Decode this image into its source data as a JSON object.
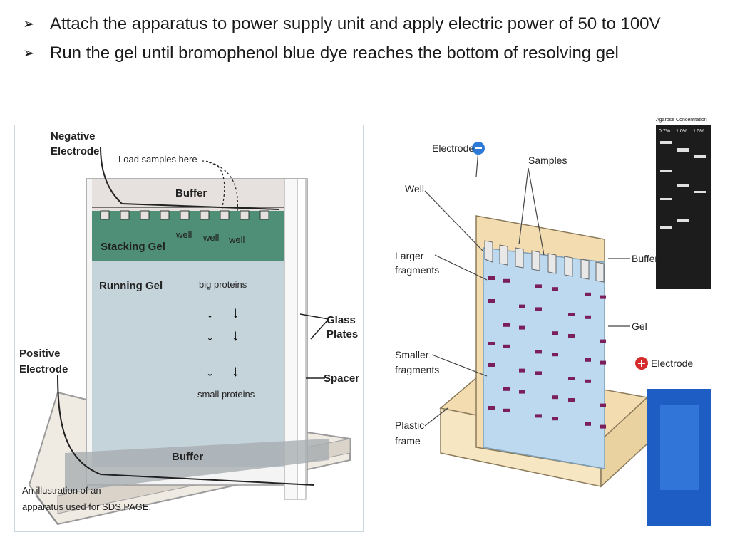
{
  "bullets": [
    "Attach the apparatus to power supply unit and apply electric power of 50 to 100V",
    "Run  the gel until bromophenol blue dye reaches the bottom of resolving gel"
  ],
  "left_figure": {
    "negative_electrode": [
      "Negative",
      "Electrode"
    ],
    "load_samples": "Load samples here",
    "buffer_top": "Buffer",
    "stacking_gel": "Stacking Gel",
    "wells": [
      "well",
      "well",
      "well"
    ],
    "running_gel": "Running Gel",
    "big_proteins": "big proteins",
    "small_proteins": "small proteins",
    "glass_plates": [
      "Glass",
      "Plates"
    ],
    "spacer": "Spacer",
    "positive_electrode": [
      "Positive",
      "Electrode"
    ],
    "buffer_bottom": "Buffer",
    "caption": [
      "An illustration of an",
      "apparatus used for SDS PAGE."
    ]
  },
  "right_figure": {
    "electrode_top": "Electrode",
    "samples": "Samples",
    "well": "Well",
    "larger_fragments": [
      "Larger",
      "fragments"
    ],
    "buffer": "Buffer",
    "gel": "Gel",
    "smaller_fragments": [
      "Smaller",
      "fragments"
    ],
    "electrode_bottom": "Electrode",
    "plastic_frame": [
      "Plastic",
      "frame"
    ],
    "agarose_title": "Agarose Concentration",
    "agarose_lanes": [
      "0.7%",
      "1.0%",
      "1.5%"
    ]
  },
  "colors": {
    "stacking_gel": "#4f8f78",
    "running_gel": "#c5d3da",
    "gel_blue": "#bcd9ef",
    "buffer_yellow": "#f3ddb0",
    "band_magenta": "#7a1f5a"
  }
}
